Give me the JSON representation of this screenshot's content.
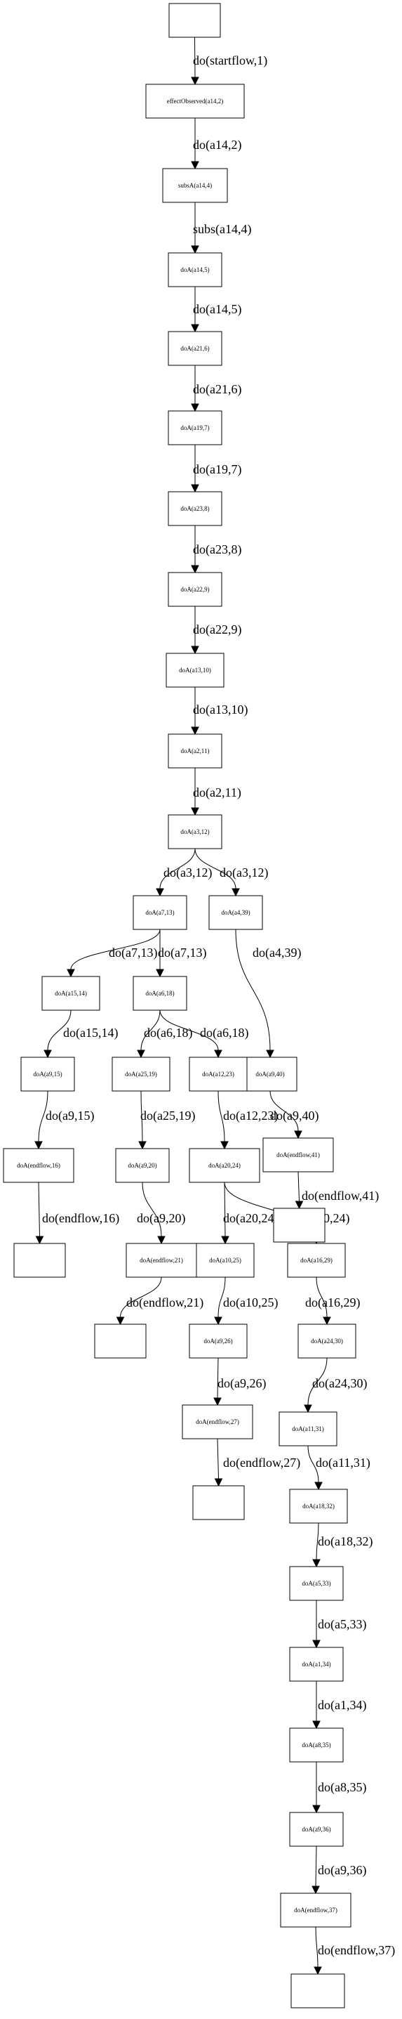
{
  "diagram": {
    "nodes": [
      {
        "id": "n0",
        "label": ""
      },
      {
        "id": "n1",
        "label": "effectObserved(a14,2)"
      },
      {
        "id": "n2",
        "label": "subsA(a14,4)"
      },
      {
        "id": "n3",
        "label": "doA(a14,5)"
      },
      {
        "id": "n4",
        "label": "doA(a21,6)"
      },
      {
        "id": "n5",
        "label": "doA(a19,7)"
      },
      {
        "id": "n6",
        "label": "doA(a23,8)"
      },
      {
        "id": "n7",
        "label": "doA(a22,9)"
      },
      {
        "id": "n8",
        "label": "doA(a13,10)"
      },
      {
        "id": "n9",
        "label": "doA(a2,11)"
      },
      {
        "id": "n10",
        "label": "doA(a3,12)"
      },
      {
        "id": "n11",
        "label": "doA(a7,13)"
      },
      {
        "id": "n12",
        "label": "doA(a4,39)"
      },
      {
        "id": "n13",
        "label": "doA(a15,14)"
      },
      {
        "id": "n14",
        "label": "doA(a6,18)"
      },
      {
        "id": "n15",
        "label": "doA(a9,40)"
      },
      {
        "id": "n16",
        "label": "doA(a9,15)"
      },
      {
        "id": "n17",
        "label": "doA(a25,19)"
      },
      {
        "id": "n18",
        "label": "doA(a12,23)"
      },
      {
        "id": "n19",
        "label": "doA(endflow,41)"
      },
      {
        "id": "n20",
        "label": "doA(endflow,16)"
      },
      {
        "id": "n21",
        "label": "doA(a9,20)"
      },
      {
        "id": "n22",
        "label": "doA(a20,24)"
      },
      {
        "id": "n23",
        "label": ""
      },
      {
        "id": "n24",
        "label": ""
      },
      {
        "id": "n25",
        "label": "doA(endflow,21)"
      },
      {
        "id": "n26",
        "label": "doA(a10,25)"
      },
      {
        "id": "n27",
        "label": "doA(a16,29)"
      },
      {
        "id": "n28",
        "label": ""
      },
      {
        "id": "n29",
        "label": "doA(a9,26)"
      },
      {
        "id": "n30",
        "label": "doA(a24,30)"
      },
      {
        "id": "n31",
        "label": "doA(endflow,27)"
      },
      {
        "id": "n32",
        "label": "doA(a11,31)"
      },
      {
        "id": "n33",
        "label": ""
      },
      {
        "id": "n34",
        "label": "doA(a18,32)"
      },
      {
        "id": "n35",
        "label": "doA(a5,33)"
      },
      {
        "id": "n36",
        "label": "doA(a1,34)"
      },
      {
        "id": "n37",
        "label": "doA(a8,35)"
      },
      {
        "id": "n38",
        "label": "doA(a9,36)"
      },
      {
        "id": "n39",
        "label": "doA(endflow,37)"
      },
      {
        "id": "n40",
        "label": ""
      }
    ],
    "edges": [
      {
        "id": "e0",
        "from": "n0",
        "to": "n1",
        "label": "do(startflow,1)"
      },
      {
        "id": "e1",
        "from": "n1",
        "to": "n2",
        "label": "do(a14,2)"
      },
      {
        "id": "e2",
        "from": "n2",
        "to": "n3",
        "label": "subs(a14,4)"
      },
      {
        "id": "e3",
        "from": "n3",
        "to": "n4",
        "label": "do(a14,5)"
      },
      {
        "id": "e4",
        "from": "n4",
        "to": "n5",
        "label": "do(a21,6)"
      },
      {
        "id": "e5",
        "from": "n5",
        "to": "n6",
        "label": "do(a19,7)"
      },
      {
        "id": "e6",
        "from": "n6",
        "to": "n7",
        "label": "do(a23,8)"
      },
      {
        "id": "e7",
        "from": "n7",
        "to": "n8",
        "label": "do(a22,9)"
      },
      {
        "id": "e8",
        "from": "n8",
        "to": "n9",
        "label": "do(a13,10)"
      },
      {
        "id": "e9",
        "from": "n9",
        "to": "n10",
        "label": "do(a2,11)"
      },
      {
        "id": "e10",
        "from": "n10",
        "to": "n11",
        "label": "do(a3,12)"
      },
      {
        "id": "e11",
        "from": "n10",
        "to": "n12",
        "label": "do(a3,12)"
      },
      {
        "id": "e12",
        "from": "n11",
        "to": "n13",
        "label": "do(a7,13)"
      },
      {
        "id": "e13",
        "from": "n11",
        "to": "n14",
        "label": "do(a7,13)"
      },
      {
        "id": "e14",
        "from": "n12",
        "to": "n15",
        "label": "do(a4,39)"
      },
      {
        "id": "e15",
        "from": "n13",
        "to": "n16",
        "label": "do(a15,14)"
      },
      {
        "id": "e16",
        "from": "n14",
        "to": "n17",
        "label": "do(a6,18)"
      },
      {
        "id": "e17",
        "from": "n14",
        "to": "n18",
        "label": "do(a6,18)"
      },
      {
        "id": "e18",
        "from": "n15",
        "to": "n19",
        "label": "do(a9,40)"
      },
      {
        "id": "e19",
        "from": "n16",
        "to": "n20",
        "label": "do(a9,15)"
      },
      {
        "id": "e20",
        "from": "n17",
        "to": "n21",
        "label": "do(a25,19)"
      },
      {
        "id": "e21",
        "from": "n18",
        "to": "n22",
        "label": "do(a12,23)"
      },
      {
        "id": "e22",
        "from": "n19",
        "to": "n23",
        "label": "do(endflow,41)"
      },
      {
        "id": "e23",
        "from": "n20",
        "to": "n24",
        "label": "do(endflow,16)"
      },
      {
        "id": "e24",
        "from": "n21",
        "to": "n25",
        "label": "do(a9,20)"
      },
      {
        "id": "e25",
        "from": "n22",
        "to": "n26",
        "label": "do(a20,24)"
      },
      {
        "id": "e26",
        "from": "n22",
        "to": "n27",
        "label": "do(a20,24)"
      },
      {
        "id": "e27",
        "from": "n25",
        "to": "n28",
        "label": "do(endflow,21)"
      },
      {
        "id": "e28",
        "from": "n26",
        "to": "n29",
        "label": "do(a10,25)"
      },
      {
        "id": "e29",
        "from": "n27",
        "to": "n30",
        "label": "do(a16,29)"
      },
      {
        "id": "e30",
        "from": "n29",
        "to": "n31",
        "label": "do(a9,26)"
      },
      {
        "id": "e31",
        "from": "n30",
        "to": "n32",
        "label": "do(a24,30)"
      },
      {
        "id": "e32",
        "from": "n31",
        "to": "n33",
        "label": "do(endflow,27)"
      },
      {
        "id": "e33",
        "from": "n32",
        "to": "n34",
        "label": "do(a11,31)"
      },
      {
        "id": "e34",
        "from": "n34",
        "to": "n35",
        "label": "do(a18,32)"
      },
      {
        "id": "e35",
        "from": "n35",
        "to": "n36",
        "label": "do(a5,33)"
      },
      {
        "id": "e36",
        "from": "n36",
        "to": "n37",
        "label": "do(a1,34)"
      },
      {
        "id": "e37",
        "from": "n37",
        "to": "n38",
        "label": "do(a8,35)"
      },
      {
        "id": "e38",
        "from": "n38",
        "to": "n39",
        "label": "do(a9,36)"
      },
      {
        "id": "e39",
        "from": "n39",
        "to": "n40",
        "label": "do(endflow,37)"
      }
    ]
  }
}
